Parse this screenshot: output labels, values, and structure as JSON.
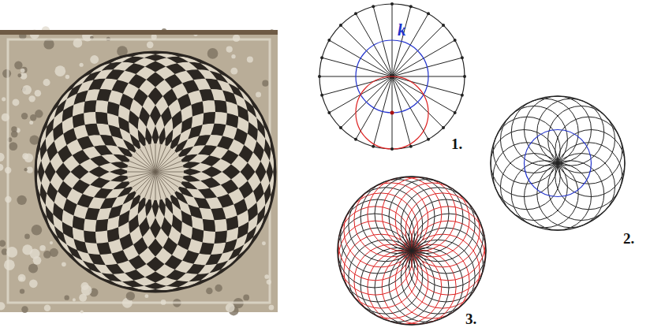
{
  "diagram": {
    "labels": [
      "k",
      "1.",
      "2.",
      "3."
    ]
  }
}
